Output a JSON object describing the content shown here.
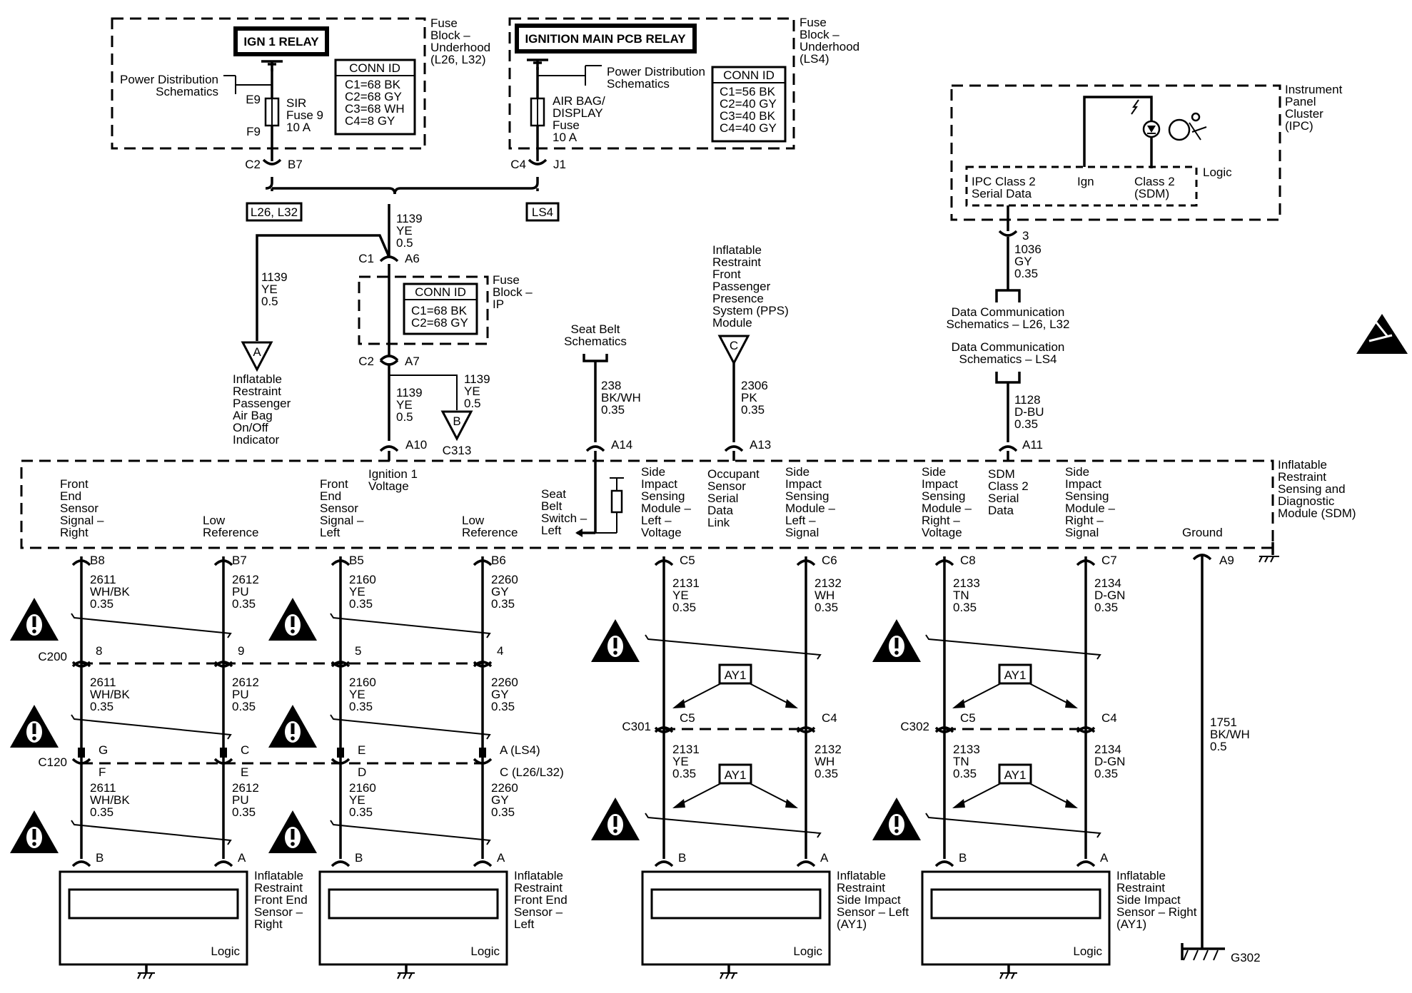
{
  "fuse_block_l26": {
    "relay": "IGN 1 RELAY",
    "title": [
      "Fuse",
      "Block –",
      "Underhood",
      "(L26, L32)"
    ],
    "power_dist": [
      "Power Distribution",
      "Schematics"
    ],
    "fuse_label": [
      "SIR",
      "Fuse 9",
      "10 A"
    ],
    "pin_in": "E9",
    "pin_out": "F9",
    "conn_id_title": "CONN ID",
    "conn_id": [
      "C1=68 BK",
      "C2=68 GY",
      "C3=68 WH",
      "C4=8 GY"
    ],
    "connector": "C2",
    "pin": "B7"
  },
  "fuse_block_ls4": {
    "relay": "IGNITION MAIN PCB RELAY",
    "title": [
      "Fuse",
      "Block –",
      "Underhood",
      "(LS4)"
    ],
    "power_dist": [
      "Power Distribution",
      "Schematics"
    ],
    "fuse_label": [
      "AIR BAG/",
      "DISPLAY",
      "Fuse",
      "10 A"
    ],
    "conn_id_title": "CONN ID",
    "conn_id": [
      "C1=56 BK",
      "C2=40 GY",
      "C3=40 BK",
      "C4=40 GY"
    ],
    "connector": "C4",
    "pin": "J1"
  },
  "options": {
    "left": "L26, L32",
    "right": "LS4"
  },
  "ignition_wire": {
    "circuit": "1139",
    "color": "YE",
    "gauge": "0.5"
  },
  "fuse_block_ip": {
    "title": [
      "Fuse",
      "Block –",
      "IP"
    ],
    "conn_id_title": "CONN ID",
    "conn_id": [
      "C1=68 BK",
      "C2=68 GY"
    ],
    "in_conn": "C1",
    "in_pin": "A6",
    "out_conn": "C2",
    "out_pin": "A7"
  },
  "branch_a": {
    "circuit": "1139",
    "color": "YE",
    "gauge": "0.5",
    "ref": "A",
    "label": [
      "Inflatable",
      "Restraint",
      "Passenger",
      "Air Bag",
      "On/Off",
      "Indicator"
    ]
  },
  "branch_b": {
    "circuit": "1139",
    "color": "YE",
    "gauge": "0.5",
    "ref": "B",
    "label": "C313"
  },
  "ign_to_sdm": {
    "circuit": "1139",
    "color": "YE",
    "gauge": "0.5",
    "pin": "A10"
  },
  "seat_belt": {
    "label": [
      "Seat Belt",
      "Schematics"
    ],
    "circuit": "238",
    "color": "BK/WH",
    "gauge": "0.35",
    "pin": "A14"
  },
  "pps": {
    "label": [
      "Inflatable",
      "Restraint",
      "Front",
      "Passenger",
      "Presence",
      "System (PPS)",
      "Module"
    ],
    "ref": "C",
    "circuit": "2306",
    "color": "PK",
    "gauge": "0.35",
    "pin": "A13"
  },
  "ipc": {
    "title": [
      "Instrument",
      "Panel",
      "Cluster",
      "(IPC)"
    ],
    "logic": "Logic",
    "serial": [
      "IPC Class 2",
      "Serial Data"
    ],
    "ign": "Ign",
    "class2": [
      "Class 2",
      "(SDM)"
    ],
    "pin": "3"
  },
  "data_comm": {
    "upper": {
      "circuit": "1036",
      "color": "GY",
      "gauge": "0.35"
    },
    "label1": [
      "Data Communication",
      "Schematics – L26, L32"
    ],
    "label2": [
      "Data Communication",
      "Schematics – LS4"
    ],
    "lower": {
      "circuit": "1128",
      "color": "D-BU",
      "gauge": "0.35"
    },
    "pin": "A11"
  },
  "sdm": {
    "title": [
      "Inflatable",
      "Restraint",
      "Sensing and",
      "Diagnostic",
      "Module (SDM)"
    ],
    "labels": {
      "front_right": [
        "Front",
        "End",
        "Sensor",
        "Signal –",
        "Right"
      ],
      "low_ref1": [
        "Low",
        "Reference"
      ],
      "front_left": [
        "Front",
        "End",
        "Sensor",
        "Signal –",
        "Left"
      ],
      "low_ref2": [
        "Low",
        "Reference"
      ],
      "ign1": [
        "Ignition 1",
        "Voltage"
      ],
      "seat_switch": [
        "Seat",
        "Belt",
        "Switch –",
        "Left"
      ],
      "sidl_v": [
        "Side",
        "Impact",
        "Sensing",
        "Module –",
        "Left –",
        "Voltage"
      ],
      "occupant": [
        "Occupant",
        "Sensor",
        "Serial",
        "Data",
        "Link"
      ],
      "sidl_s": [
        "Side",
        "Impact",
        "Sensing",
        "Module –",
        "Left –",
        "Signal"
      ],
      "sidr_v": [
        "Side",
        "Impact",
        "Sensing",
        "Module –",
        "Right –",
        "Voltage"
      ],
      "sdm_class2": [
        "SDM",
        "Class 2",
        "Serial",
        "Data"
      ],
      "sidr_s": [
        "Side",
        "Impact",
        "Sensing",
        "Module –",
        "Right –",
        "Signal"
      ],
      "ground": "Ground"
    }
  },
  "front_circuits": [
    {
      "pin": "B8",
      "circuit": "2611",
      "color": "WH/BK",
      "gauge": "0.35",
      "c200": "8",
      "c120_top": "G",
      "c120_bot": "F",
      "end": "B"
    },
    {
      "pin": "B7",
      "circuit": "2612",
      "color": "PU",
      "gauge": "0.35",
      "c200": "9",
      "c120_top": "C",
      "c120_bot": "E",
      "end": "A"
    },
    {
      "pin": "B5",
      "circuit": "2160",
      "color": "YE",
      "gauge": "0.35",
      "c200": "5",
      "c120_top": "E",
      "c120_bot": "D",
      "end": "B"
    },
    {
      "pin": "B6",
      "circuit": "2260",
      "color": "GY",
      "gauge": "0.35",
      "c200": "4",
      "c120_top": "A (LS4)",
      "c120_bot": "C (L26/L32)",
      "end": "A"
    }
  ],
  "connectors": {
    "c200": "C200",
    "c120": "C120",
    "c301": "C301",
    "c302": "C302"
  },
  "side_circuits": [
    {
      "pin": "C5",
      "circuit": "2131",
      "color": "YE",
      "gauge": "0.35",
      "mid_top": "C5",
      "end": "B"
    },
    {
      "pin": "C6",
      "circuit": "2132",
      "color": "WH",
      "gauge": "0.35",
      "mid_top": "C4",
      "end": "A"
    },
    {
      "pin": "C8",
      "circuit": "2133",
      "color": "TN",
      "gauge": "0.35",
      "mid_top": "C5",
      "end": "B"
    },
    {
      "pin": "C7",
      "circuit": "2134",
      "color": "D-GN",
      "gauge": "0.35",
      "mid_top": "C4",
      "end": "A"
    }
  ],
  "ay1": "AY1",
  "ground_wire": {
    "pin": "A9",
    "circuit": "1751",
    "color": "BK/WH",
    "gauge": "0.5",
    "ground": "G302"
  },
  "sensors": [
    {
      "label": [
        "Inflatable",
        "Restraint",
        "Front End",
        "Sensor –",
        "Right"
      ],
      "logic": "Logic"
    },
    {
      "label": [
        "Inflatable",
        "Restraint",
        "Front End",
        "Sensor –",
        "Left"
      ],
      "logic": "Logic"
    },
    {
      "label": [
        "Inflatable",
        "Restraint",
        "Side Impact",
        "Sensor – Left",
        "(AY1)"
      ],
      "logic": "Logic"
    },
    {
      "label": [
        "Inflatable",
        "Restraint",
        "Side Impact",
        "Sensor – Right",
        "(AY1)"
      ],
      "logic": "Logic"
    }
  ]
}
